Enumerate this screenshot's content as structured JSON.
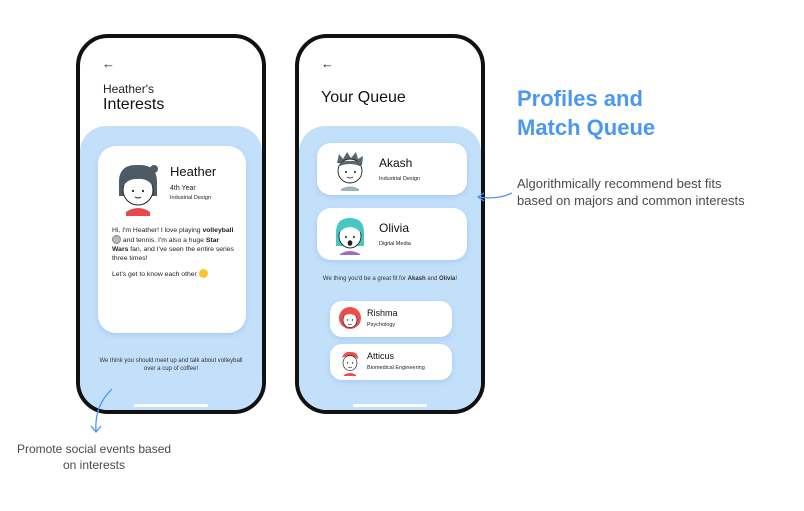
{
  "phone1": {
    "back_icon": "back-arrow-icon",
    "title_line1": "Heather's",
    "title_line2": "Interests",
    "profile": {
      "name": "Heather",
      "year": "4th Year",
      "major": "Industrial Design",
      "bio_intro": "Hi, I'm Heather! I love playing ",
      "bio_bold1": "volleyball",
      "bio_mid": " and tennis. I'm also a huge ",
      "bio_bold2": "Star Wars",
      "bio_end": " fan, and I've seen the entire series three times!",
      "bio_outro": "Let's get to know each other"
    },
    "suggestion": "We think you should meet up and talk about volleyball over a cup of coffee!"
  },
  "phone2": {
    "back_icon": "back-arrow-icon",
    "title": "Your Queue",
    "top_matches": [
      {
        "name": "Akash",
        "major": "Industrial Design"
      },
      {
        "name": "Olivia",
        "major": "Digital Media"
      }
    ],
    "fit": {
      "prefix": "We thing you'd be a great fit for ",
      "name1": "Akash",
      "and": " and ",
      "name2": "Olivia",
      "suffix": "!"
    },
    "queue": [
      {
        "name": "Rishma",
        "major": "Psychology"
      },
      {
        "name": "Atticus",
        "major": "Biomedical Engineering"
      }
    ]
  },
  "annotations": {
    "heading_line1": "Profiles and",
    "heading_line2": "Match Queue",
    "right_note": "Algorithmically recommend best fits based on majors and common interests",
    "left_note": "Promote social events based on interests"
  },
  "colors": {
    "accent_blue": "#4b97f1",
    "panel_blue": "#c3e0fb",
    "phone_frame": "#111111"
  }
}
